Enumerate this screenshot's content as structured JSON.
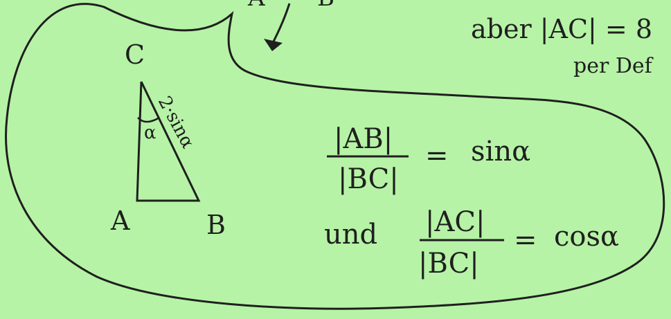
{
  "paper_color": "#b6f3a6",
  "ink_color": "#1f1f1f",
  "top_cut_letters": [
    "A",
    "B"
  ],
  "top_right": {
    "line1": "aber |AC| = 8",
    "line2": "per Def"
  },
  "triangle_labels": {
    "C": "C",
    "A": "A",
    "B": "B",
    "angle": "α",
    "hyp": "2·sinα"
  },
  "formula1": {
    "numerator": "|AB|",
    "denominator": "|BC|",
    "equals": "=",
    "result": "sinα"
  },
  "formula2": {
    "prefix": "und",
    "numerator": "|AC|",
    "denominator": "|BC|",
    "equals": "=",
    "result": "cosα"
  }
}
